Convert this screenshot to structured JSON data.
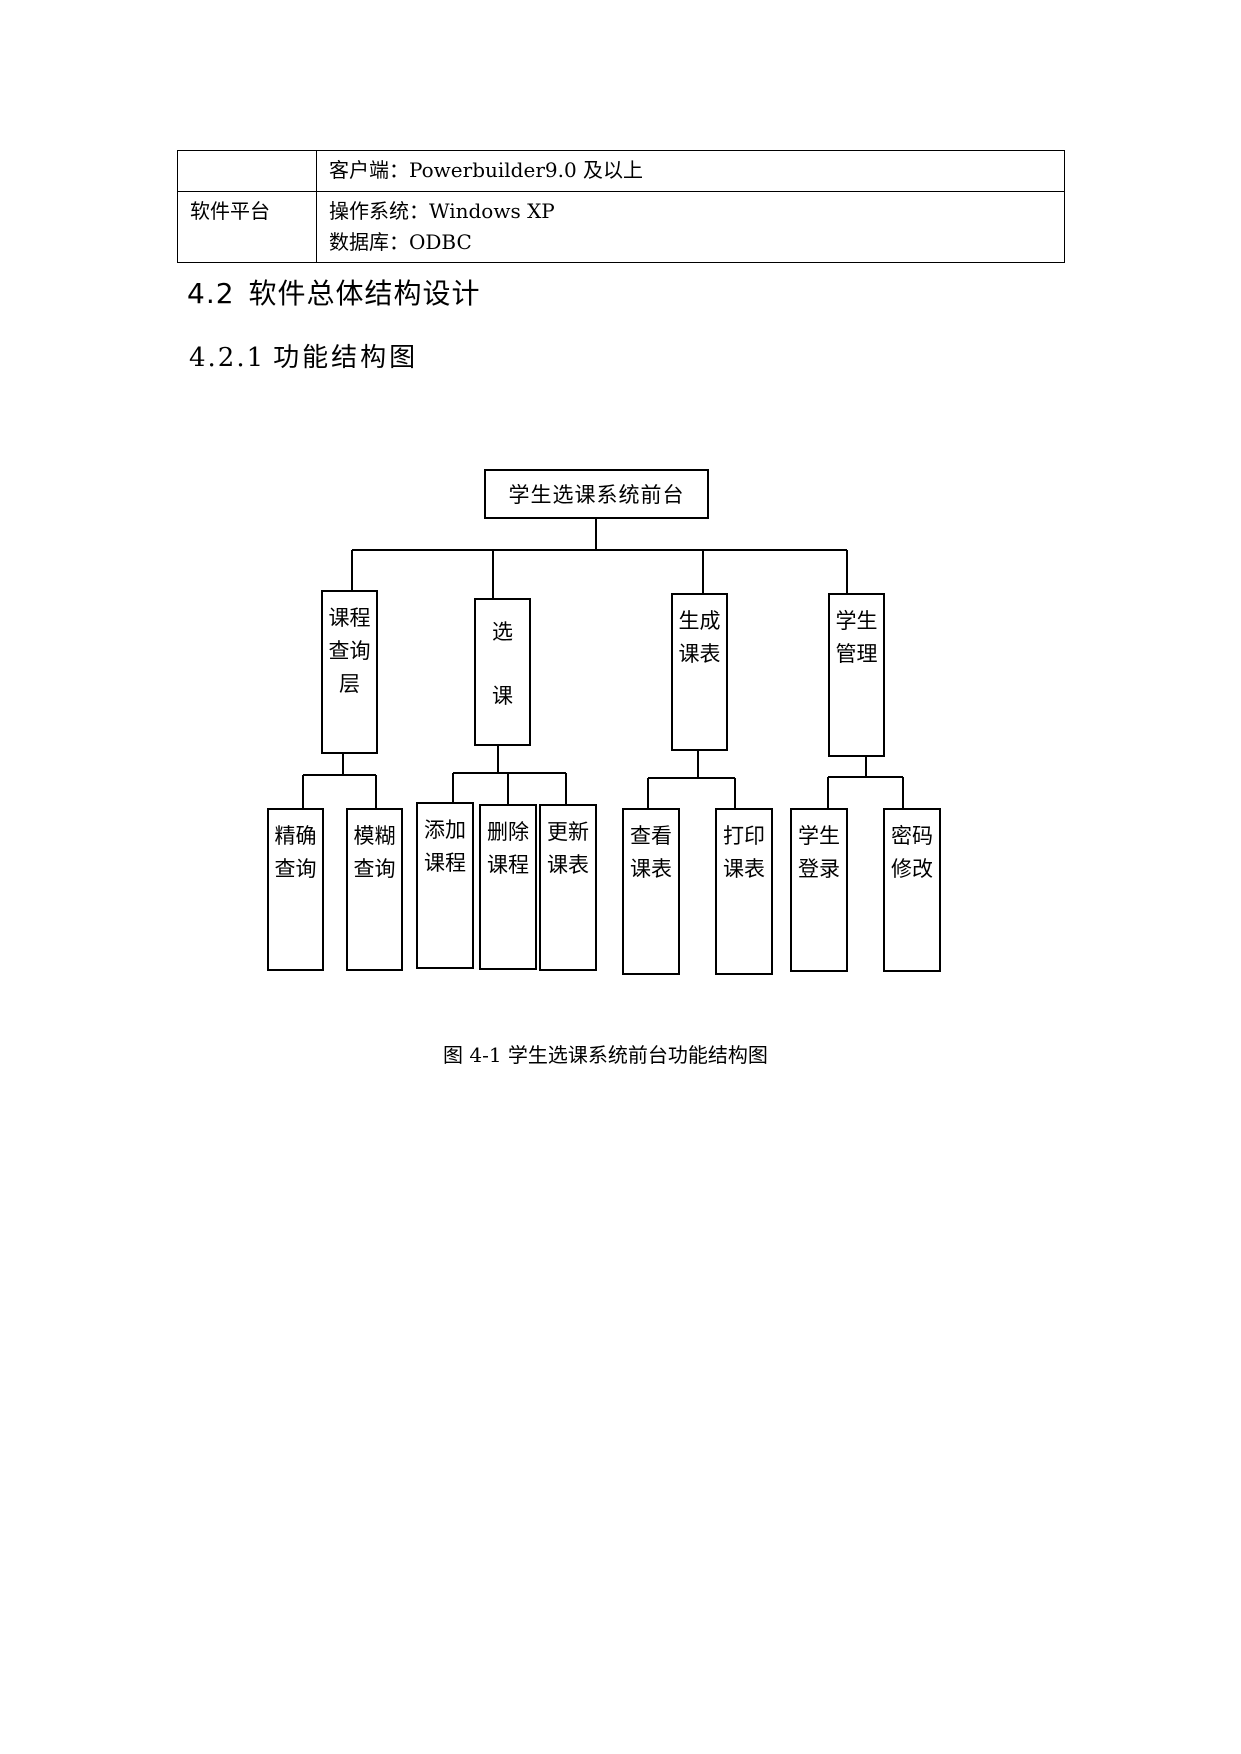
{
  "spec_table": {
    "row1": {
      "label": "",
      "lines": [
        "客户端：Powerbuilder9.0 及以上"
      ]
    },
    "row2": {
      "label": "软件平台",
      "lines": [
        "操作系统：Windows XP",
        "数据库：ODBC"
      ]
    }
  },
  "section": {
    "number": "4.2",
    "title": "软件总体结构设计"
  },
  "subsection": {
    "number": "4.2.1",
    "title": "功能结构图"
  },
  "diagram": {
    "root": "学生选课系统前台",
    "modules": [
      {
        "label": "课程查询层",
        "children": [
          "精确查询",
          "模糊查询"
        ]
      },
      {
        "label": "选课",
        "children": [
          "添加课程",
          "删除课程",
          "更新课表"
        ]
      },
      {
        "label": "生成课表",
        "children": [
          "查看课表",
          "打印课表"
        ]
      },
      {
        "label": "学生管理",
        "children": [
          "学生登录",
          "密码修改"
        ]
      }
    ]
  },
  "caption": "图 4-1 学生选课系统前台功能结构图"
}
